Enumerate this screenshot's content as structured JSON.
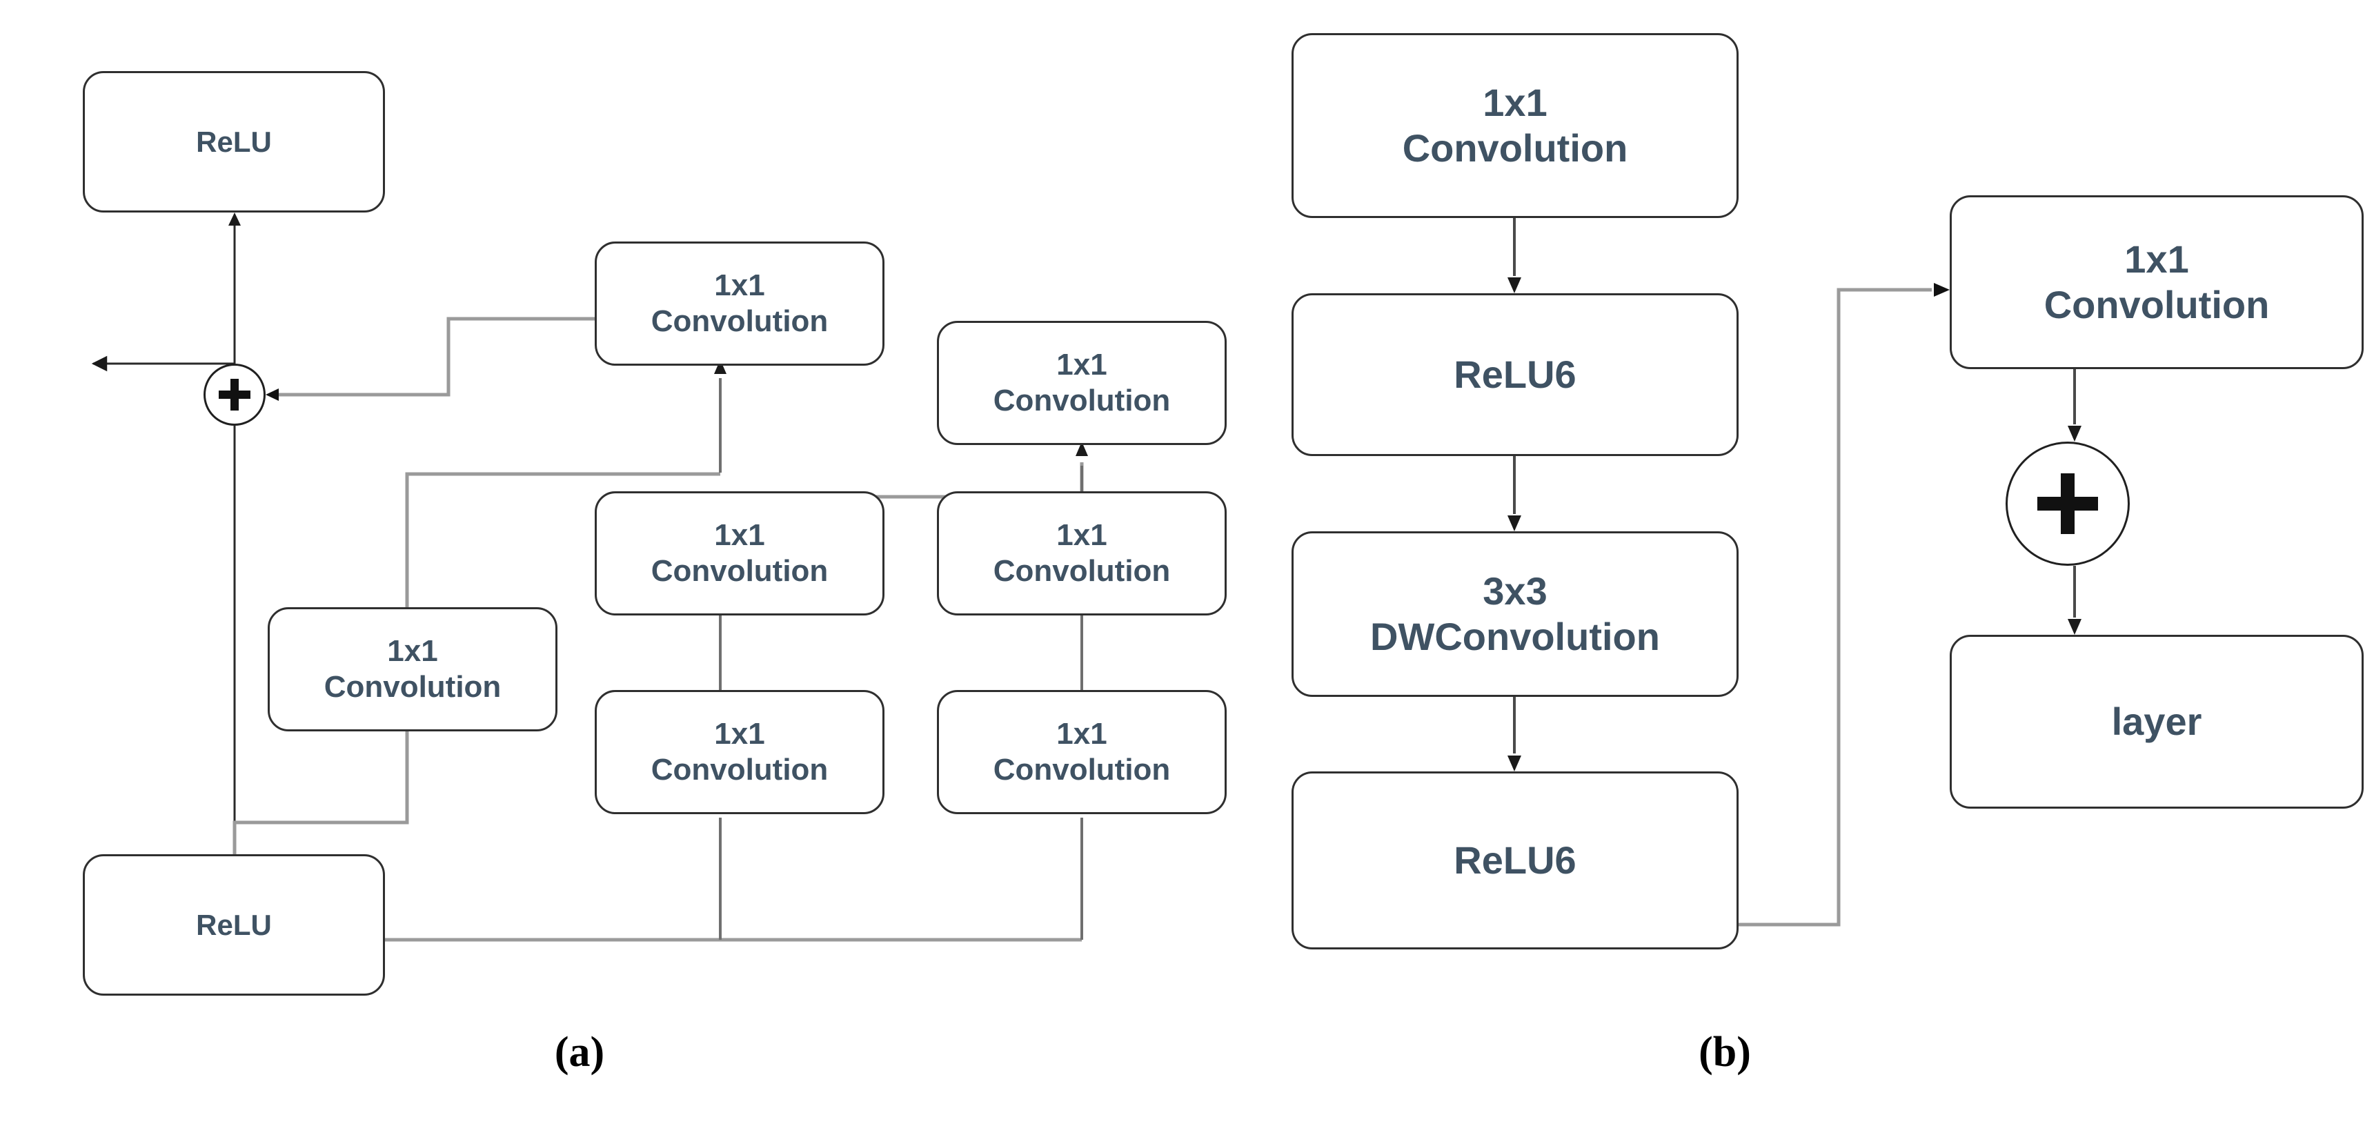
{
  "figure": {
    "background_color": "#ffffff",
    "box_text_color": "#3f5263",
    "box_border_color": "#2f2f2f",
    "connector_color": "#9a9a9a",
    "arrow_color": "#1a1a1a"
  },
  "panel_a": {
    "caption": "(a)",
    "nodes": {
      "relu_top": {
        "label": "ReLU"
      },
      "sum": {
        "symbol": "+",
        "name": "addition"
      },
      "conv_left": {
        "line1": "1x1",
        "line2": "Convolution"
      },
      "conv_mid_top": {
        "line1": "1x1",
        "line2": "Convolution"
      },
      "conv_mid_middle": {
        "line1": "1x1",
        "line2": "Convolution"
      },
      "conv_mid_bottom": {
        "line1": "1x1",
        "line2": "Convolution"
      },
      "conv_right_top": {
        "line1": "1x1",
        "line2": "Convolution"
      },
      "conv_right_middle": {
        "line1": "1x1",
        "line2": "Convolution"
      },
      "conv_right_bottom": {
        "line1": "1x1",
        "line2": "Convolution"
      },
      "relu_bottom": {
        "label": "ReLU"
      }
    }
  },
  "panel_b": {
    "caption": "(b)",
    "nodes": {
      "conv_1x1_in": {
        "line1": "1x1",
        "line2": "Convolution"
      },
      "relu6_first": {
        "label": "ReLU6"
      },
      "dwconv_3x3": {
        "line1": "3x3",
        "line2": "DWConvolution"
      },
      "relu6_second": {
        "label": "ReLU6"
      },
      "conv_1x1_out": {
        "line1": "1x1",
        "line2": "Convolution"
      },
      "sum": {
        "symbol": "+",
        "name": "addition"
      },
      "layer": {
        "label": "layer"
      }
    }
  }
}
